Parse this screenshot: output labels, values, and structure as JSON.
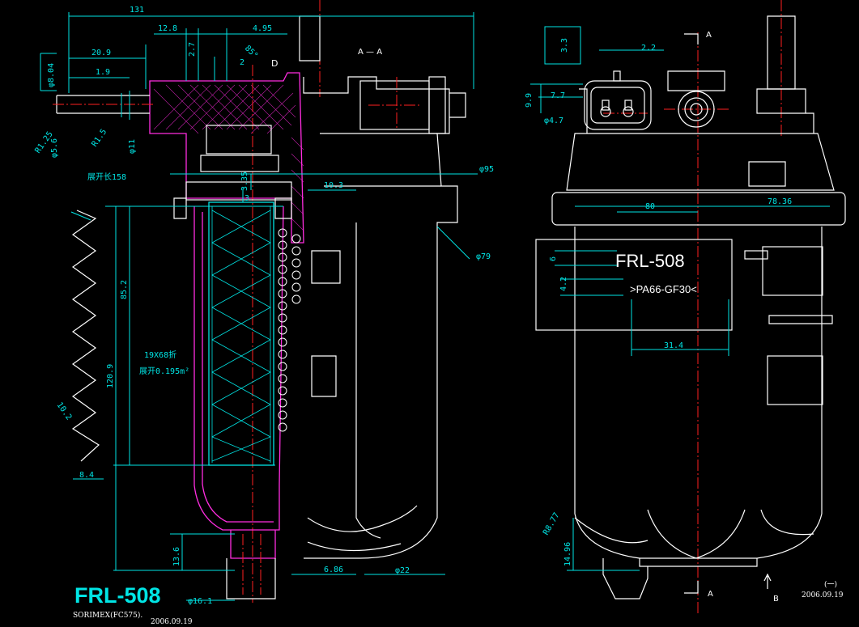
{
  "colors": {
    "background": "#000000",
    "dimension": "#00e5e5",
    "outline": "#ffffff",
    "centerline": "#ff2020",
    "hatch": "#ff2de0"
  },
  "section_label": "A — A",
  "dimensions": {
    "d131": "131",
    "d12_8": "12.8",
    "d4_95": "4.95",
    "d20_9": "20.9",
    "d1_9": "1.9",
    "d2_7": "2.7",
    "d2": "2",
    "d85": "85°",
    "dD": "D",
    "d8_04": "φ8.04",
    "dR1_25": "R1.25",
    "d5_6": "φ5.6",
    "dR1_5": "R1.5",
    "d11": "φ11",
    "d3_35": "3.35",
    "d3": "3",
    "d10_3": "10.3",
    "d95": "φ95",
    "d79": "φ79",
    "unfold": "展开长158",
    "d85_2": "85.2",
    "d120_9": "120.9",
    "pleat1": "19X68折",
    "pleat2": "展开0.195m²",
    "d10_2": "10.2",
    "d8_4": "8.4",
    "d13_6": "13.6",
    "d16_1": "φ16.1",
    "d6_86": "6.86",
    "d22": "φ22"
  },
  "right_dimensions": {
    "d3_3": "3.3",
    "d2_2": "2.2",
    "d9_9": "9.9",
    "d7_7": "7.7",
    "d4_7": "φ4.7",
    "d80": "80",
    "d78_36": "78.36",
    "d6": "6",
    "d4_2": "4.2",
    "d31_4": "31.4",
    "dR8_77": "R8.77",
    "d14_96": "14.96"
  },
  "views": {
    "a_top": "A",
    "a_bottom": "A",
    "b": "B"
  },
  "label_title": "FRL-508",
  "label_material": ">PA66-GF30<",
  "title_block": {
    "part_no": "FRL-508",
    "customer": "SORIMEX(FC575).",
    "date_left": "2006.09.19",
    "revision": "(一)",
    "date_right": "2006.09.19"
  }
}
